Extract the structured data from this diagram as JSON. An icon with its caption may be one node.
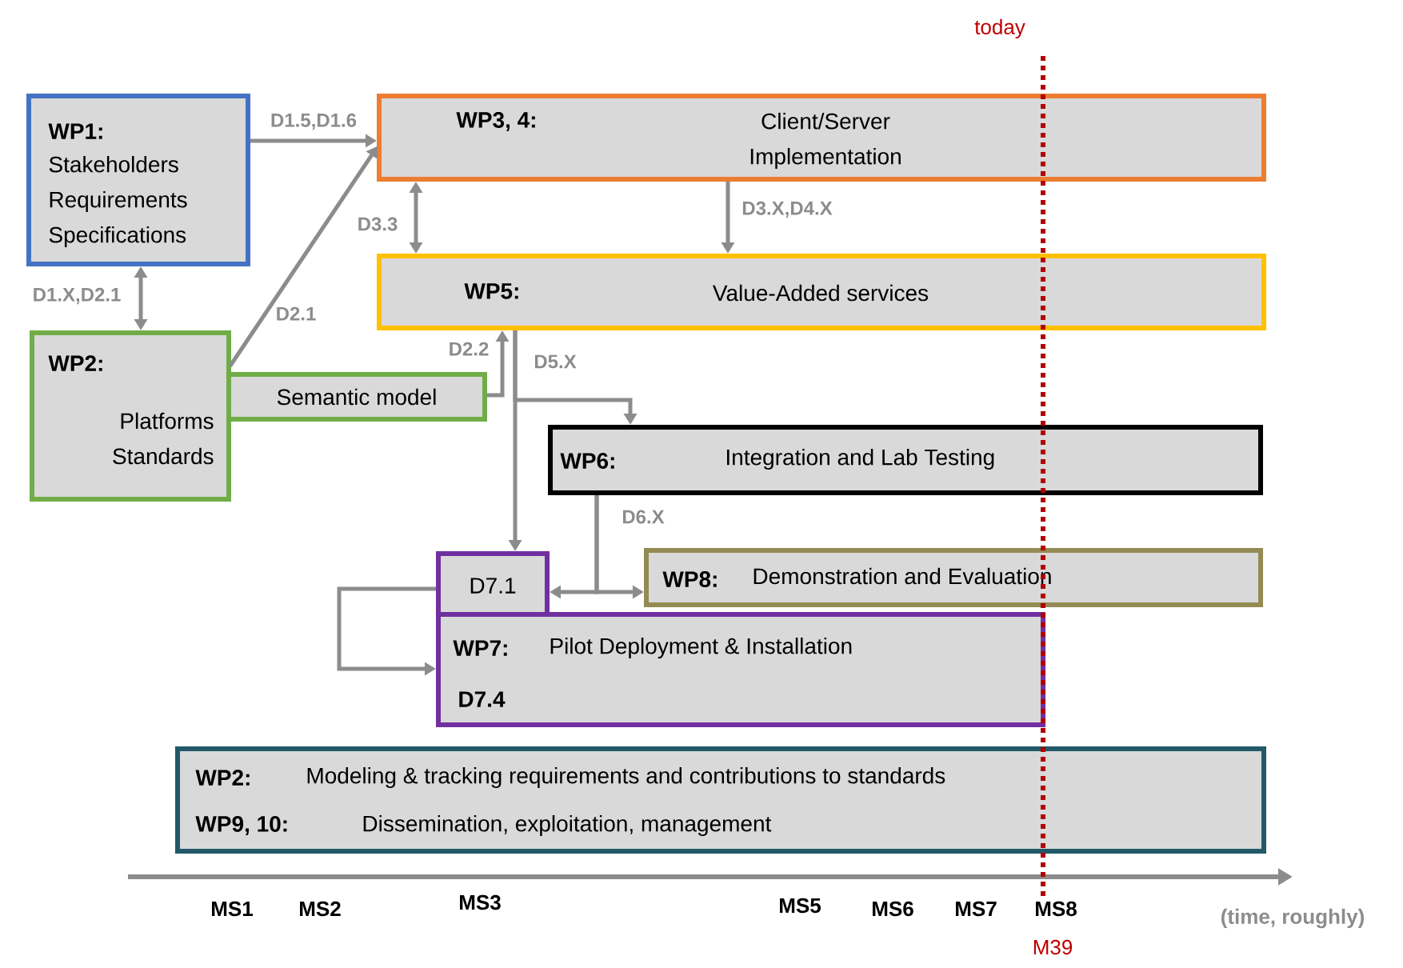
{
  "diagram": {
    "nodes": [
      {
        "text": [
          "WP1:",
          "Stakeholders Requirements Specifications"
        ]
      },
      {
        "text": [
          "WP2:",
          "Platforms Standards"
        ]
      },
      {
        "text": [
          "Semantic model"
        ]
      },
      {
        "text": [
          "WP3, 4:",
          "Client/Server Implementation"
        ]
      },
      {
        "text": [
          "WP5:",
          "Value-Added services"
        ]
      },
      {
        "text": [
          "WP6:",
          "Integration and Lab Testing"
        ]
      },
      {
        "text": [
          "D7.1"
        ]
      },
      {
        "text": [
          "WP8:",
          "Demonstration and Evaluation"
        ]
      },
      {
        "text": [
          "WP7:",
          "Pilot Deployment & Installation",
          "D7.4"
        ]
      },
      {
        "text": [
          "WP2:",
          "Modeling & tracking requirements and contributions to standards",
          "WP9, 10:",
          "Dissemination, exploitation, management"
        ]
      }
    ],
    "edges": [
      {
        "from": 0,
        "to": 3,
        "arrow": "to",
        "label": "D1.5,D1.6"
      },
      {
        "from": 0,
        "to": 1,
        "arrow": "both",
        "label": "D1.X,D2.1"
      },
      {
        "from": 1,
        "to": 3,
        "arrow": "to",
        "label": "D2.1"
      },
      {
        "from": 3,
        "to": 4,
        "arrow": "both",
        "label": "D3.3"
      },
      {
        "from": 3,
        "to": 4,
        "arrow": "to",
        "label": "D3.X,D4.X"
      },
      {
        "from": 2,
        "to": 4,
        "arrow": "to",
        "label": "D2.2"
      },
      {
        "from": 4,
        "to": 5,
        "arrow": "to",
        "label": "D5.X"
      },
      {
        "from": 4,
        "to": 6,
        "arrow": "to"
      },
      {
        "from": 5,
        "to": 6,
        "arrow": "to",
        "label": "D6.X"
      },
      {
        "from": 5,
        "to": 7,
        "arrow": "to"
      },
      {
        "from": 6,
        "to": 8,
        "arrow": "to"
      }
    ],
    "labels": [
      "today",
      "MS1",
      "MS2",
      "MS3",
      "MS5",
      "MS6",
      "MS7",
      "MS8",
      "M39",
      "(time, roughly)"
    ]
  }
}
